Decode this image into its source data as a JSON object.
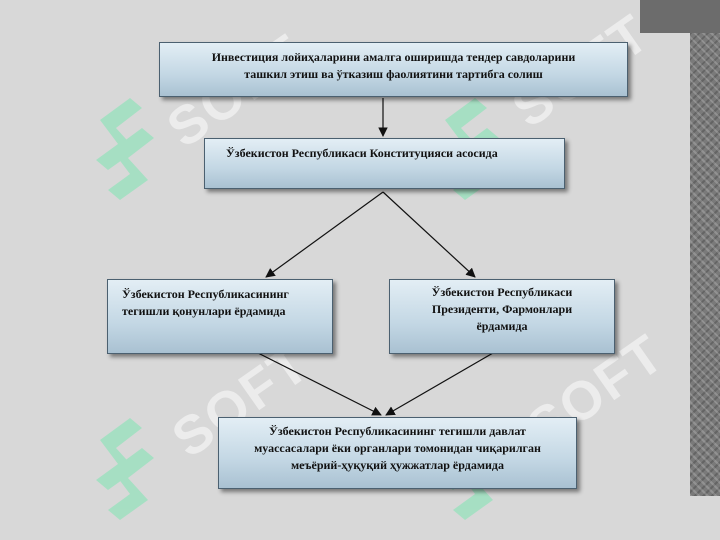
{
  "diagram": {
    "nodes": [
      {
        "id": "n1",
        "text": "Инвестиция лойиҳаларини амалга оширишда тендер савдоларини\nташкил этиш ва ўтказиш фаолиятини тартибга солиш"
      },
      {
        "id": "n2",
        "text": "Ўзбекистон Республикаси Конституцияси асосида"
      },
      {
        "id": "n3",
        "text": "Ўзбекистон Республикасининг\nтегишли қонунлари ёрдамида"
      },
      {
        "id": "n4",
        "text": "Ўзбекистон Республикаси\nПрезиденти, Фармонлари\nёрдамида"
      },
      {
        "id": "n5",
        "text": "Ўзбекистон Республикасининг тегишли давлат\nмуассасалари ёки органлари томонидан чиқарилган\nмеъёрий-ҳуқуқий ҳужжатлар ёрдамида"
      }
    ],
    "edges": [
      {
        "from": "n1",
        "to": "n2"
      },
      {
        "from": "n2",
        "to": "n3"
      },
      {
        "from": "n2",
        "to": "n4"
      },
      {
        "from": "n3",
        "to": "n5"
      },
      {
        "from": "n4",
        "to": "n5"
      }
    ]
  },
  "watermark": {
    "text": "SOFT",
    "color": "#ffffff",
    "logo_color": "#7fe6b3"
  }
}
